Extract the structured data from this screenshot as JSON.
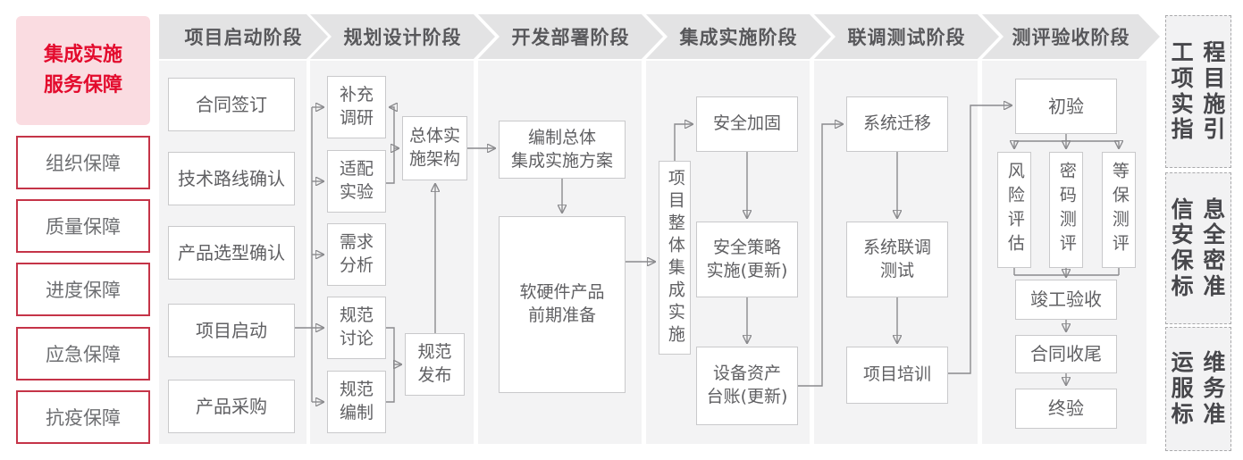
{
  "sidebar": {
    "title": "集成实施\n服务保障",
    "items": [
      "组织保障",
      "质量保障",
      "进度保障",
      "应急保障",
      "抗疫保障"
    ]
  },
  "phases": [
    "项目启动阶段",
    "规划设计阶段",
    "开发部署阶段",
    "集成实施阶段",
    "联调测试阶段",
    "测评验收阶段"
  ],
  "nodes": {
    "contract_signing": "合同签订",
    "tech_route_confirm": "技术路线确认",
    "product_selection_confirm": "产品选型确认",
    "project_kickoff": "项目启动",
    "product_procurement": "产品采购",
    "supplementary_research": "补充\n调研",
    "adaptation_test": "适配\n实验",
    "requirement_analysis": "需求\n分析",
    "spec_discussion": "规范\n讨论",
    "spec_compilation": "规范\n编制",
    "overall_impl_architecture": "总体实\n施架构",
    "spec_release": "规范\n发布",
    "overall_integration_plan": "编制总体\n集成实施方案",
    "hw_sw_preparation": "软硬件产品\n前期准备",
    "project_overall_integration": "项目整体集成实施",
    "security_hardening": "安全加固",
    "security_policy_update": "安全策略\n实施(更新)",
    "asset_ledger_update": "设备资产\n台账(更新)",
    "system_migration": "系统迁移",
    "system_joint_testing": "系统联调\n测试",
    "project_training": "项目培训",
    "initial_acceptance": "初验",
    "risk_assessment": "风险评估",
    "crypto_evaluation": "密码测评",
    "mlps_evaluation": "等保测评",
    "completion_acceptance": "竣工验收",
    "contract_closure": "合同收尾",
    "final_acceptance": "终验"
  },
  "right_panel": [
    "工 程\n项 目\n实 施\n指 引",
    "信 息\n安 全\n保 密\n标 准",
    "运 维\n服 务\n标 准"
  ],
  "colors": {
    "accent_red": "#e30b2d",
    "pink_bg": "#fadce1",
    "red_border": "#c53448",
    "header_bg": "#e3e3e4",
    "panel_bg": "#f3f3f4",
    "box_border": "#c9c9cb",
    "connector": "#8a8a8d",
    "text_gray": "#606063"
  }
}
